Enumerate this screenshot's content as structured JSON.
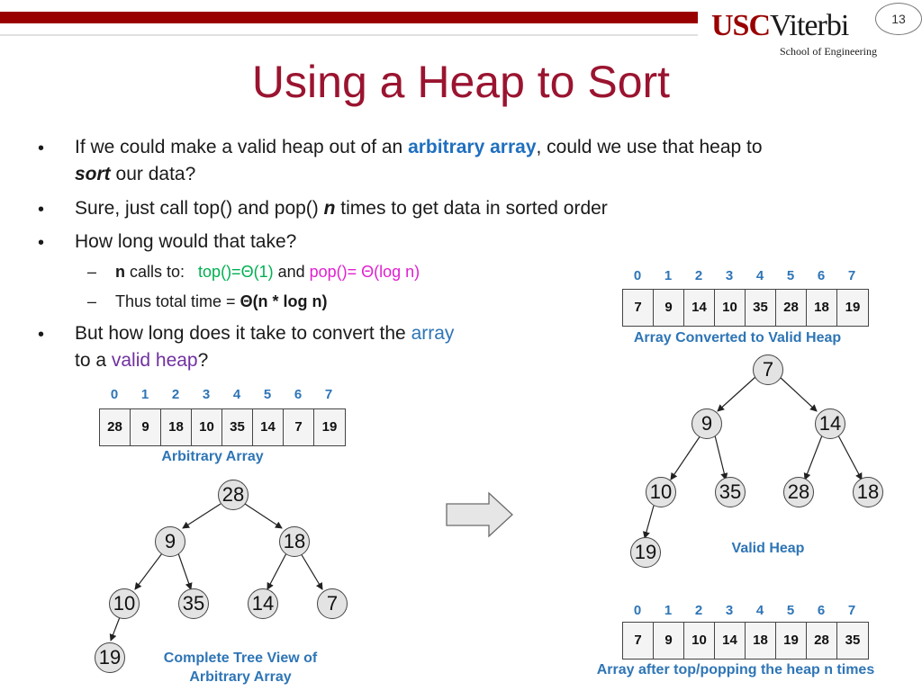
{
  "header": {
    "logo_main": "USC",
    "logo_main_2": "Viterbi",
    "logo_sub": "School of Engineering",
    "page_number": "13"
  },
  "title": "Using a Heap to Sort",
  "bullets": {
    "b1_pre": "If we could make a valid heap out of an ",
    "b1_hl": "arbitrary array",
    "b1_post": ", could we use that heap to",
    "b1_line2_em": "sort",
    "b1_line2_post": " our data?",
    "b2_pre": "Sure, just call top() and pop() ",
    "b2_em": "n",
    "b2_post": " times to get data in sorted order",
    "b3": "How long would that take?",
    "s1_n": "n",
    "s1_calls": " calls to:",
    "s1_top": "top()=Θ(1)",
    "s1_and": " and ",
    "s1_pop": "pop()= Θ(log n)",
    "s2_pre": "Thus total time = ",
    "s2_bold": "Θ(n * log n)",
    "b4_pre": "But how long does it take to convert the ",
    "b4_array": "array",
    "b4_line2_pre": "to a ",
    "b4_heap": "valid heap",
    "b4_line2_post": "?",
    "dash": "–",
    "dot": "•"
  },
  "indices": [
    "0",
    "1",
    "2",
    "3",
    "4",
    "5",
    "6",
    "7"
  ],
  "arrays": {
    "arbitrary": {
      "values": [
        "28",
        "9",
        "18",
        "10",
        "35",
        "14",
        "7",
        "19"
      ],
      "caption": "Arbitrary Array"
    },
    "valid_heap": {
      "values": [
        "7",
        "9",
        "14",
        "10",
        "35",
        "28",
        "18",
        "19"
      ],
      "caption": "Array Converted to Valid Heap"
    },
    "sorted": {
      "values": [
        "7",
        "9",
        "10",
        "14",
        "18",
        "19",
        "28",
        "35"
      ],
      "caption": "Array after top/popping the heap n times"
    }
  },
  "trees": {
    "complete": {
      "nodes": [
        "28",
        "9",
        "18",
        "10",
        "35",
        "14",
        "7",
        "19"
      ],
      "caption_line1": "Complete Tree View of",
      "caption_line2": "Arbitrary Array"
    },
    "valid": {
      "nodes": [
        "7",
        "9",
        "14",
        "10",
        "35",
        "28",
        "18",
        "19"
      ],
      "caption": "Valid Heap"
    }
  },
  "colors": {
    "title": "#9a1430",
    "header_bar": "#990000",
    "accent_blue": "#2e75b6",
    "purple": "#7030a0",
    "green": "#00b050",
    "magenta": "#e020d0",
    "node_fill": "#e3e3e3",
    "arrow_fill": "#e6e6e6"
  },
  "icons": {
    "transition": "right-arrow-icon"
  }
}
